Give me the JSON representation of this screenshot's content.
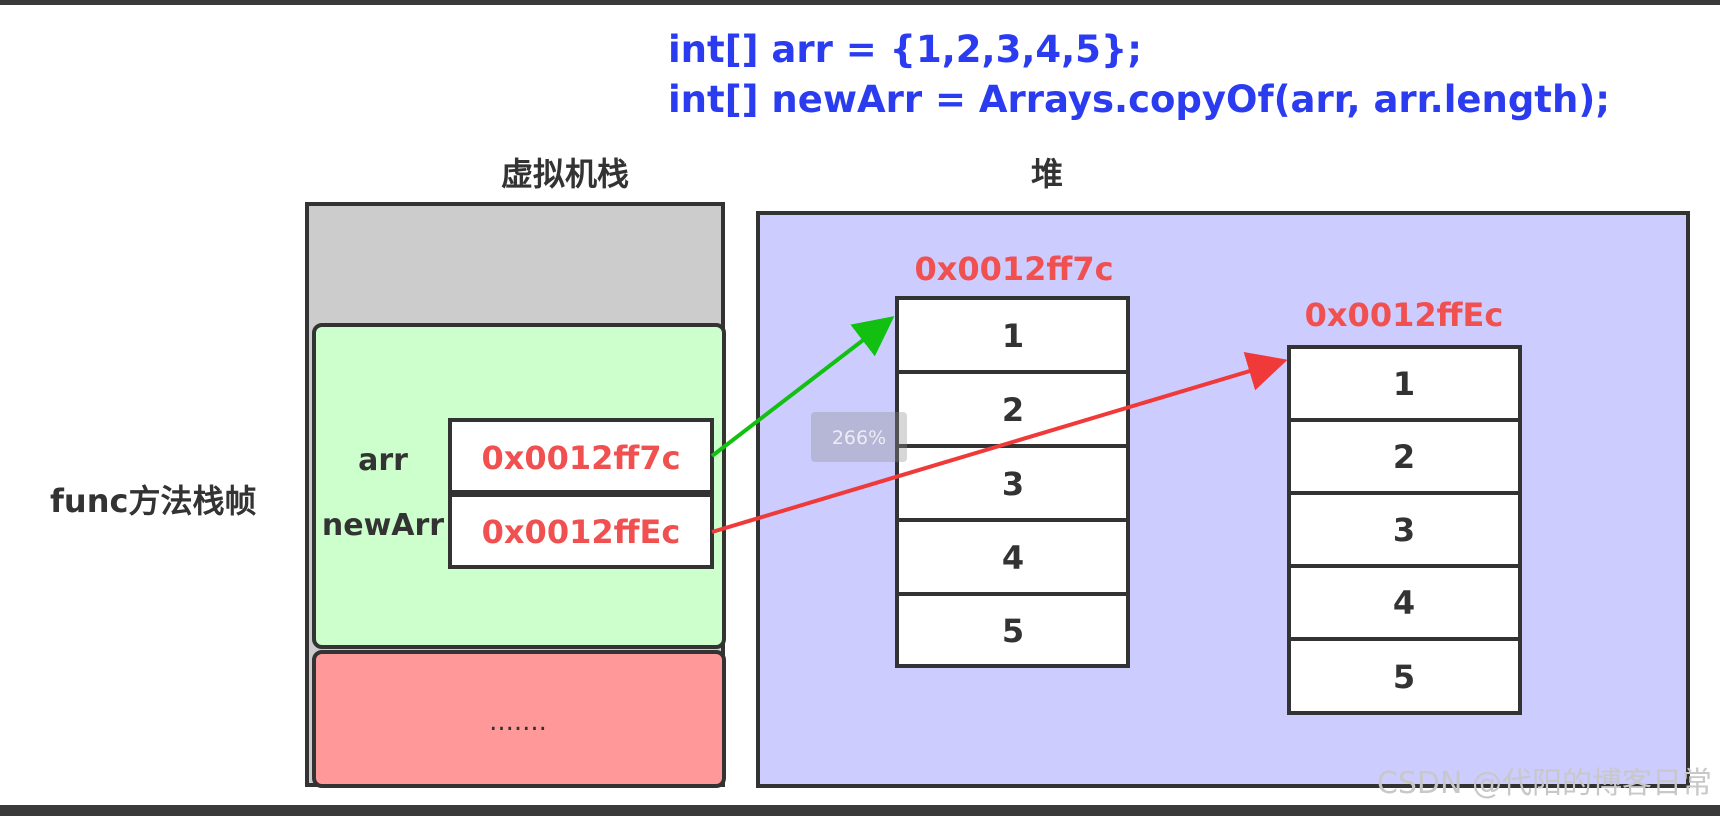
{
  "code": {
    "line1": "int[] arr = {1,2,3,4,5};",
    "line2": "int[] newArr = Arrays.copyOf(arr, arr.length);"
  },
  "titles": {
    "stack": "虚拟机栈",
    "heap": "堆"
  },
  "frame_label": "func方法栈帧",
  "stack_frame": {
    "vars": [
      {
        "name": "arr",
        "value": "0x0012ff7c"
      },
      {
        "name": "newArr",
        "value": "0x0012ffEc"
      }
    ],
    "bottom_text": "......."
  },
  "heap": {
    "arrays": [
      {
        "address": "0x0012ff7c",
        "cells": [
          "1",
          "2",
          "3",
          "4",
          "5"
        ]
      },
      {
        "address": "0x0012ffEc",
        "cells": [
          "1",
          "2",
          "3",
          "4",
          "5"
        ]
      }
    ]
  },
  "zoom_overlay": "266%",
  "watermark": "CSDN @代阳的博客日常",
  "colors": {
    "code_blue": "#2b3cf0",
    "address_red": "#f05050",
    "stack_grey": "#cccccc",
    "frame_green": "#ccffcc",
    "frame_red": "#ff9999",
    "heap_purple": "#ccccff",
    "arrow_green": "#11c011",
    "arrow_red": "#f03a3a"
  }
}
